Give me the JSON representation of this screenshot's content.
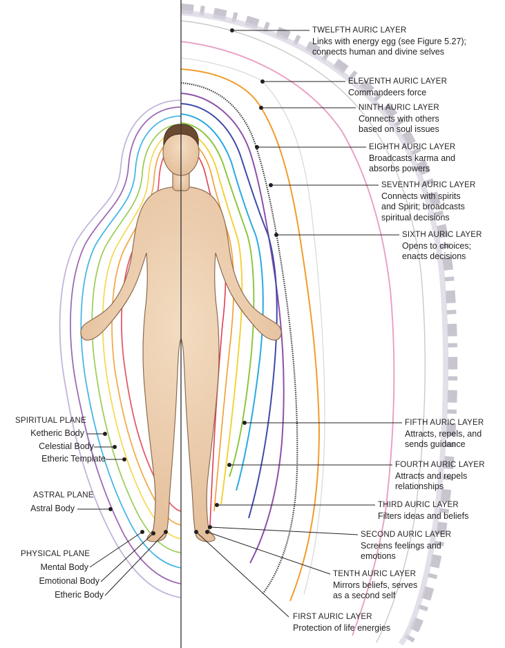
{
  "right_layers": [
    {
      "id": "twelfth",
      "title": "TWELFTH AURIC LAYER",
      "lines": [
        "Links with energy egg (see Figure 5.27);",
        "connects human and divine selves"
      ]
    },
    {
      "id": "eleventh",
      "title": "ELEVENTH AURIC LAYER",
      "lines": [
        "Commandeers force"
      ]
    },
    {
      "id": "ninth",
      "title": "NINTH AURIC LAYER",
      "lines": [
        "Connects with others",
        "based on soul issues"
      ]
    },
    {
      "id": "eighth",
      "title": "EIGHTH AURIC LAYER",
      "lines": [
        "Broadcasts karma and",
        "absorbs powers"
      ]
    },
    {
      "id": "seventh",
      "title": "SEVENTH AURIC LAYER",
      "lines": [
        "Connects with spirits",
        "and Spirit; broadcasts",
        "spiritual decisions"
      ]
    },
    {
      "id": "sixth",
      "title": "SIXTH AURIC LAYER",
      "lines": [
        "Opens to choices;",
        "enacts decisions"
      ]
    },
    {
      "id": "fifth",
      "title": "FIFTH AURIC LAYER",
      "lines": [
        "Attracts, repels, and",
        "sends guidance"
      ]
    },
    {
      "id": "fourth",
      "title": "FOURTH AURIC LAYER",
      "lines": [
        "Attracts and repels",
        "relationships"
      ]
    },
    {
      "id": "third",
      "title": "THIRD AURIC LAYER",
      "lines": [
        "Filters ideas and beliefs"
      ]
    },
    {
      "id": "second",
      "title": "SECOND AURIC LAYER",
      "lines": [
        "Screens feelings and",
        "emotions"
      ]
    },
    {
      "id": "tenth",
      "title": "TENTH AURIC LAYER",
      "lines": [
        "Mirrors beliefs, serves",
        "as a second self"
      ]
    },
    {
      "id": "first",
      "title": "FIRST AURIC LAYER",
      "lines": [
        "Protection of life energies"
      ]
    }
  ],
  "planes": {
    "spiritual": {
      "title": "SPIRITUAL PLANE",
      "bodies": [
        "Ketheric Body",
        "Celestial Body",
        "Etheric Template"
      ]
    },
    "astral": {
      "title": "ASTRAL PLANE",
      "bodies": [
        "Astral Body"
      ]
    },
    "physical": {
      "title": "PHYSICAL PLANE",
      "bodies": [
        "Mental Body",
        "Emotional Body",
        "Etheric Body"
      ]
    }
  },
  "colors": {
    "red": "#e03c4f",
    "orange": "#f29b2b",
    "yellow": "#f3d23a",
    "green": "#8cc63f",
    "blue": "#27a9e1",
    "indigo": "#3d4aa8",
    "violet": "#8c4fa8",
    "lavender": "#b9a7d6",
    "gray": "#9a9a9a",
    "pink": "#e9a2c7",
    "dark": "#3b3b3b",
    "skin": "#efd2b3"
  }
}
